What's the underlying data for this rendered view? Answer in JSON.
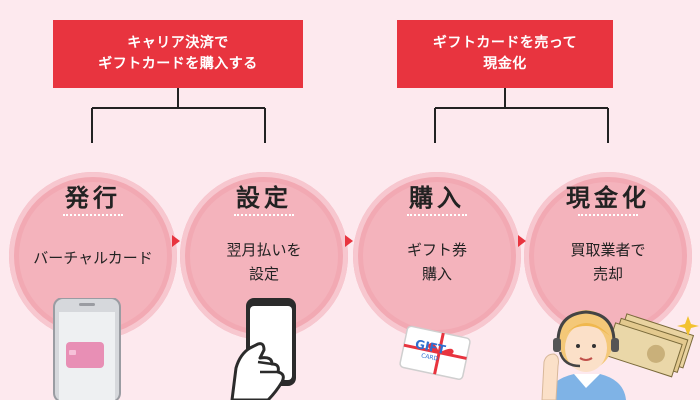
{
  "banners": {
    "left": {
      "line1": "キャリア決済で",
      "line2": "ギフトカードを購入する"
    },
    "right": {
      "line1": "ギフトカードを売って",
      "line2": "現金化"
    }
  },
  "steps": [
    {
      "title": "発行",
      "desc_line1": "バーチャルカード",
      "desc_line2": ""
    },
    {
      "title": "設定",
      "desc_line1": "翌月払いを",
      "desc_line2": "設定"
    },
    {
      "title": "購入",
      "desc_line1": "ギフト券",
      "desc_line2": "購入"
    },
    {
      "title": "現金化",
      "desc_line1": "買取業者で",
      "desc_line2": "売却"
    }
  ],
  "gift_card": {
    "text": "GIFT",
    "subtext": "CARD"
  },
  "colors": {
    "accent": "#e8343f",
    "circle": "#f2a9b3",
    "background": "#fde9ee"
  },
  "icons": [
    "phone-with-card-icon",
    "hand-holding-phone-icon",
    "gift-card-icon",
    "operator-with-cash-icon"
  ]
}
